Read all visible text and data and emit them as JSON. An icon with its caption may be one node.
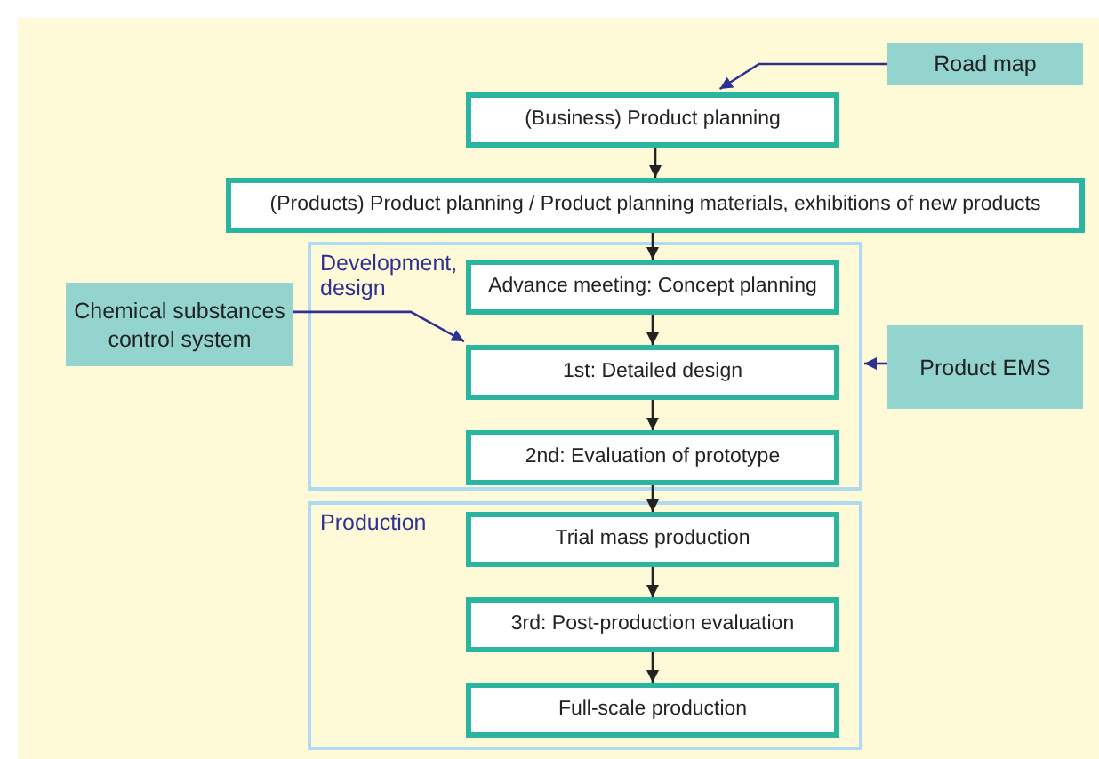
{
  "diagram": {
    "nodes": [
      {
        "text": [
          "Road map"
        ]
      },
      {
        "text": [
          "(Business) Product planning"
        ]
      },
      {
        "text": [
          "(Products) Product planning / Product planning materials, exhibitions of new products"
        ]
      },
      {
        "text": [
          "Development, design"
        ]
      },
      {
        "text": [
          "Advance meeting: Concept planning"
        ],
        "in": 3
      },
      {
        "text": [
          "Chemical substances control system"
        ]
      },
      {
        "text": [
          "1st: Detailed design"
        ],
        "in": 3
      },
      {
        "text": [
          "Product EMS"
        ]
      },
      {
        "text": [
          "2nd: Evaluation of prototype"
        ],
        "in": 3
      },
      {
        "text": [
          "Production"
        ]
      },
      {
        "text": [
          "Trial mass production"
        ],
        "in": 9
      },
      {
        "text": [
          "3rd: Post-production evaluation"
        ],
        "in": 9
      },
      {
        "text": [
          "Full-scale production"
        ],
        "in": 9
      }
    ],
    "edges": [
      {
        "from": 0,
        "to": 1,
        "arrow": "to",
        "color": "#2e3192"
      },
      {
        "from": 1,
        "to": 2,
        "arrow": "to"
      },
      {
        "from": 2,
        "to": 4,
        "arrow": "to"
      },
      {
        "from": 4,
        "to": 6,
        "arrow": "to"
      },
      {
        "from": 5,
        "to": 6,
        "arrow": "to",
        "color": "#2e3192"
      },
      {
        "from": 7,
        "to": 3,
        "arrow": "to",
        "color": "#2e3192"
      },
      {
        "from": 6,
        "to": 8,
        "arrow": "to"
      },
      {
        "from": 8,
        "to": 10,
        "arrow": "to"
      },
      {
        "from": 10,
        "to": 11,
        "arrow": "to"
      },
      {
        "from": 11,
        "to": 12,
        "arrow": "to"
      }
    ]
  }
}
